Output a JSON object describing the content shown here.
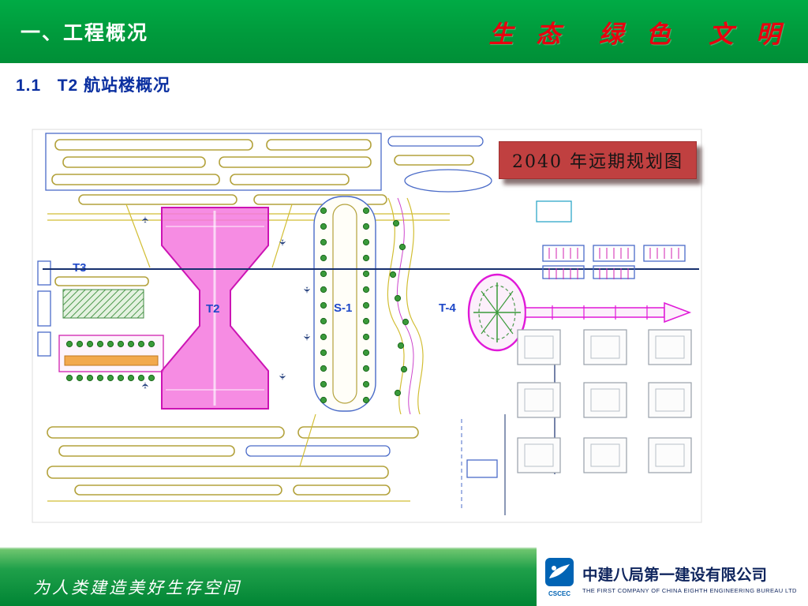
{
  "header": {
    "title": "一、工程概况",
    "slogan": "生 态  绿 色  文 明"
  },
  "section": {
    "heading": "1.1   T2 航站楼概况"
  },
  "map": {
    "caption": "2040 年远期规划图",
    "plane_icon": "✈",
    "labels": {
      "t3": "T3",
      "t2": "T2",
      "s1": "S-1",
      "t4": "T-4"
    }
  },
  "footer": {
    "slogan": "为人类建造美好生存空间",
    "company": "中建八局第一建设有限公司",
    "company_en": "THE FIRST COMPANY OF CHINA EIGHTH ENGINEERING BUREAU LTD",
    "logo_text": "CSCEC"
  },
  "colors": {
    "header_green": "#009A3C",
    "slogan_red": "#E8000F",
    "heading_blue": "#0A2FA0",
    "caption_bg": "#C04040",
    "terminal_magenta": "#CC14B4",
    "tree_green": "#3A9A3A",
    "footer_green": "#008434",
    "logo_blue": "#0063B4"
  }
}
